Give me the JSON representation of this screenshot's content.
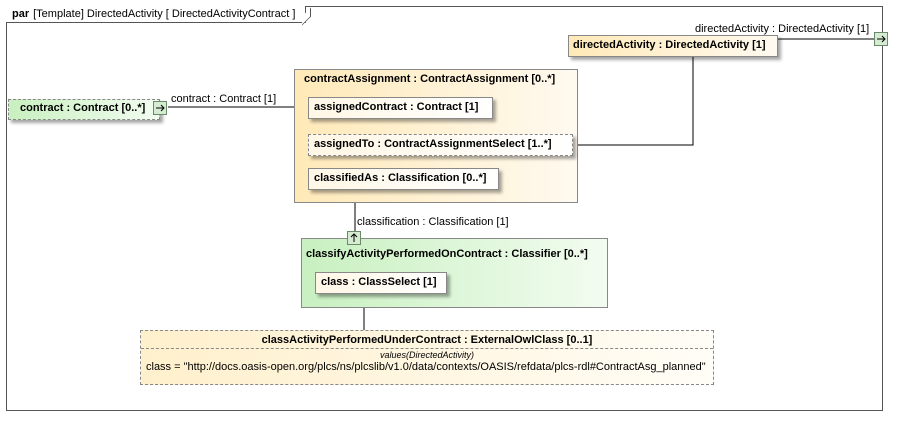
{
  "frame": {
    "keyword": "par",
    "title": "[Template] DirectedActivity [ DirectedActivityContract ]"
  },
  "blocks": {
    "directed_activity": "directedActivity : DirectedActivity [1]",
    "contract": "contract : Contract [0..*]",
    "contract_assignment": "contractAssignment : ContractAssignment [0..*]",
    "assigned_contract": "assignedContract : Contract [1]",
    "assigned_to": "assignedTo : ContractAssignmentSelect [1..*]",
    "classified_as": "classifiedAs : Classification [0..*]",
    "classify_activity": "classifyActivityPerformedOnContract : Classifier [0..*]",
    "class_select": "class : ClassSelect [1]",
    "external_class": "classActivityPerformedUnderContract : ExternalOwlClass [0..1]",
    "values_caption": "values(DirectedActivity)",
    "values_text": "class = \"http://docs.oasis-open.org/plcs/ns/plcslib/v1.0/data/contexts/OASIS/refdata/plcs-rdl#ContractAsg_planned\""
  },
  "connector_labels": {
    "directed_activity": "directedActivity : DirectedActivity [1]",
    "contract": "contract : Contract [1]",
    "classification": "classification : Classification [1]"
  },
  "colors": {
    "frame": "#555555",
    "part_yellow": "#ffe9b8",
    "part_green": "#c8f0c0",
    "port": "#d6ecd2"
  }
}
